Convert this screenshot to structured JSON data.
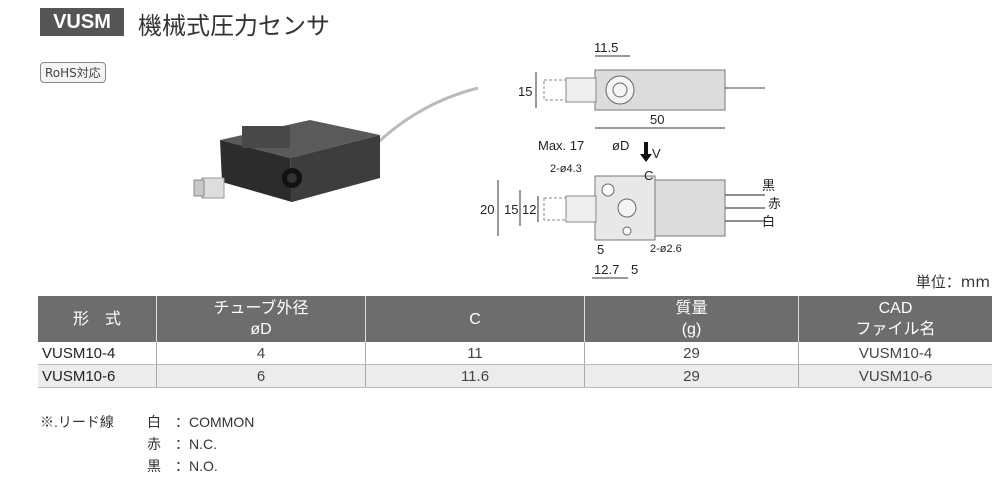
{
  "header": {
    "badge": "VUSM",
    "title": "機械式圧力センサ",
    "rohs": "RoHS対応"
  },
  "drawing": {
    "dim_11_5": "11.5",
    "dim_15_top": "15",
    "dim_50": "50",
    "dim_max17": "Max. 17",
    "dim_od": "øD",
    "dim_v": "V",
    "dim_c": "C",
    "dim_hole43": "2-ø4.3",
    "dim_20": "20",
    "dim_15": "15",
    "dim_12": "12",
    "dim_5a": "5",
    "dim_hole26": "2-ø2.6",
    "dim_12_7": "12.7",
    "dim_5b": "5",
    "wire_black": "黒",
    "wire_red": "赤",
    "wire_white": "白"
  },
  "unit": "単位：mm",
  "table": {
    "headers": [
      {
        "l1": "形　式",
        "l2": ""
      },
      {
        "l1": "チューブ外径",
        "l2": "øD"
      },
      {
        "l1": "C",
        "l2": ""
      },
      {
        "l1": "質量",
        "l2": "(g)"
      },
      {
        "l1": "CAD",
        "l2": "ファイル名"
      }
    ],
    "rows": [
      {
        "model": "VUSM10-4",
        "od": "4",
        "c": "11",
        "mass": "29",
        "cad": "VUSM10-4"
      },
      {
        "model": "VUSM10-6",
        "od": "6",
        "c": "11.6",
        "mass": "29",
        "cad": "VUSM10-6"
      }
    ]
  },
  "notes": {
    "prefix": "※.リード線",
    "items": [
      {
        "color": "白",
        "sep": "：",
        "value": "COMMON"
      },
      {
        "color": "赤",
        "sep": "：",
        "value": "N.C."
      },
      {
        "color": "黒",
        "sep": "：",
        "value": "N.O."
      }
    ]
  }
}
